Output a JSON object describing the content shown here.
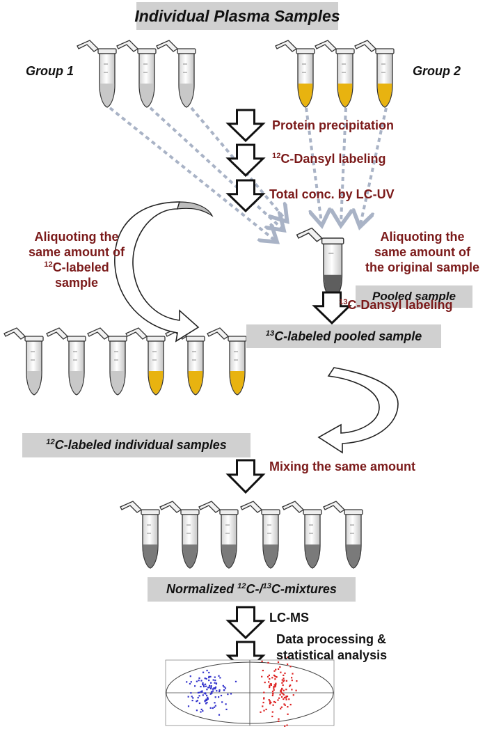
{
  "title_box": "Individual Plasma Samples",
  "group1_label": "Group 1",
  "group2_label": "Group 2",
  "steps": {
    "protein": "Protein precipitation",
    "dansyl12_sup": "12",
    "dansyl12_text": "C-Dansyl labeling",
    "total_conc": "Total conc. by LC-UV"
  },
  "left_aliquot": {
    "line1": "Aliquoting the",
    "line2": "same amount of",
    "line3_sup": "12",
    "line3_text": "C-labeled",
    "line4": "sample"
  },
  "right_aliquot": {
    "line1": "Aliquoting the",
    "line2": "same amount of",
    "line3": "the original sample"
  },
  "pooled_box": "Pooled sample",
  "dansyl13_sup": "13",
  "dansyl13_text": "C-Dansyl labeling",
  "labeled_pooled_box": {
    "sup": "13",
    "text": "C-labeled pooled sample"
  },
  "individual_box": {
    "sup": "12",
    "text": "C-labeled individual samples"
  },
  "mixing_label": "Mixing the same amount",
  "normalized_box": {
    "prefix": "Normalized ",
    "sup1": "12",
    "mid": "C-/",
    "sup2": "13",
    "suffix": "C-mixtures"
  },
  "lcms_label": "LC-MS",
  "data_processing": {
    "line1": "Data processing &",
    "line2": "statistical analysis"
  },
  "colors": {
    "label_red": "#7b1a1a",
    "box_gray": "#d0d0d0",
    "group1_fill": "#c8c8c8",
    "group2_fill": "#e8b310",
    "mixture_fill": "#7a7a7a",
    "pooled_fill": "#5e5e5e",
    "dotted_arrow": "#a9b3c6",
    "scatter_group1": "#3333cc",
    "scatter_group2": "#dd2222"
  }
}
